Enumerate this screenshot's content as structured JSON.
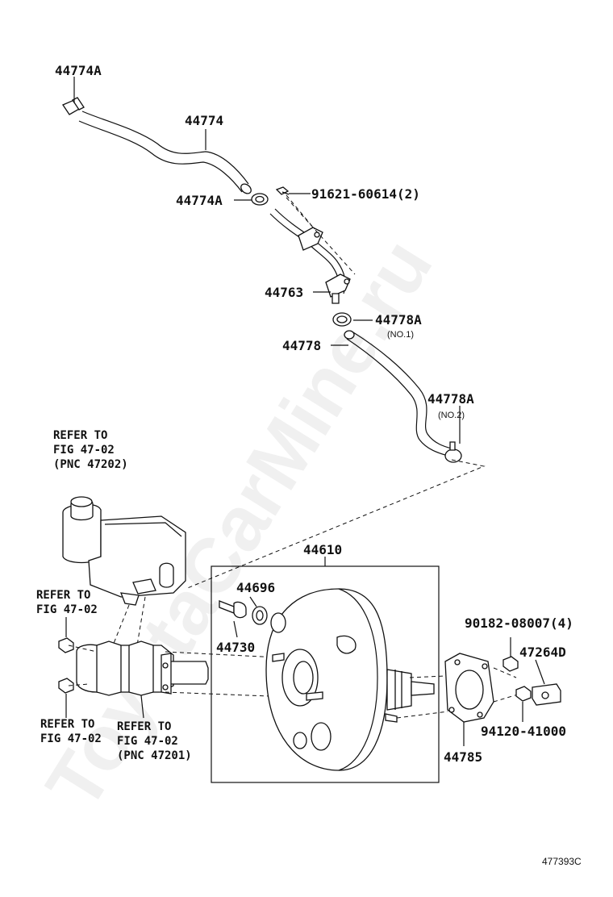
{
  "watermark": "ToyotaCarMine.ru",
  "diagram_id": "477393C",
  "labels": {
    "p44774A_top": "44774A",
    "p44774": "44774",
    "p44774A_mid": "44774A",
    "p91621": "91621-60614(2)",
    "p44763": "44763",
    "p44778A_no1": "44778A",
    "no1": "(NO.1)",
    "p44778": "44778",
    "p44778A_no2": "44778A",
    "no2": "(NO.2)",
    "p44610": "44610",
    "p44696": "44696",
    "p44730": "44730",
    "p90182": "90182-08007(4)",
    "p47264D": "47264D",
    "p94120": "94120-41000",
    "p44785": "44785"
  },
  "references": {
    "ref_top": [
      "REFER TO",
      "FIG 47-02",
      "(PNC 47202)"
    ],
    "ref_left": [
      "REFER TO",
      "FIG 47-02"
    ],
    "ref_bottom_left": [
      "REFER TO",
      "FIG 47-02"
    ],
    "ref_bottom_mid": [
      "REFER TO",
      "FIG 47-02",
      "(PNC 47201)"
    ]
  }
}
